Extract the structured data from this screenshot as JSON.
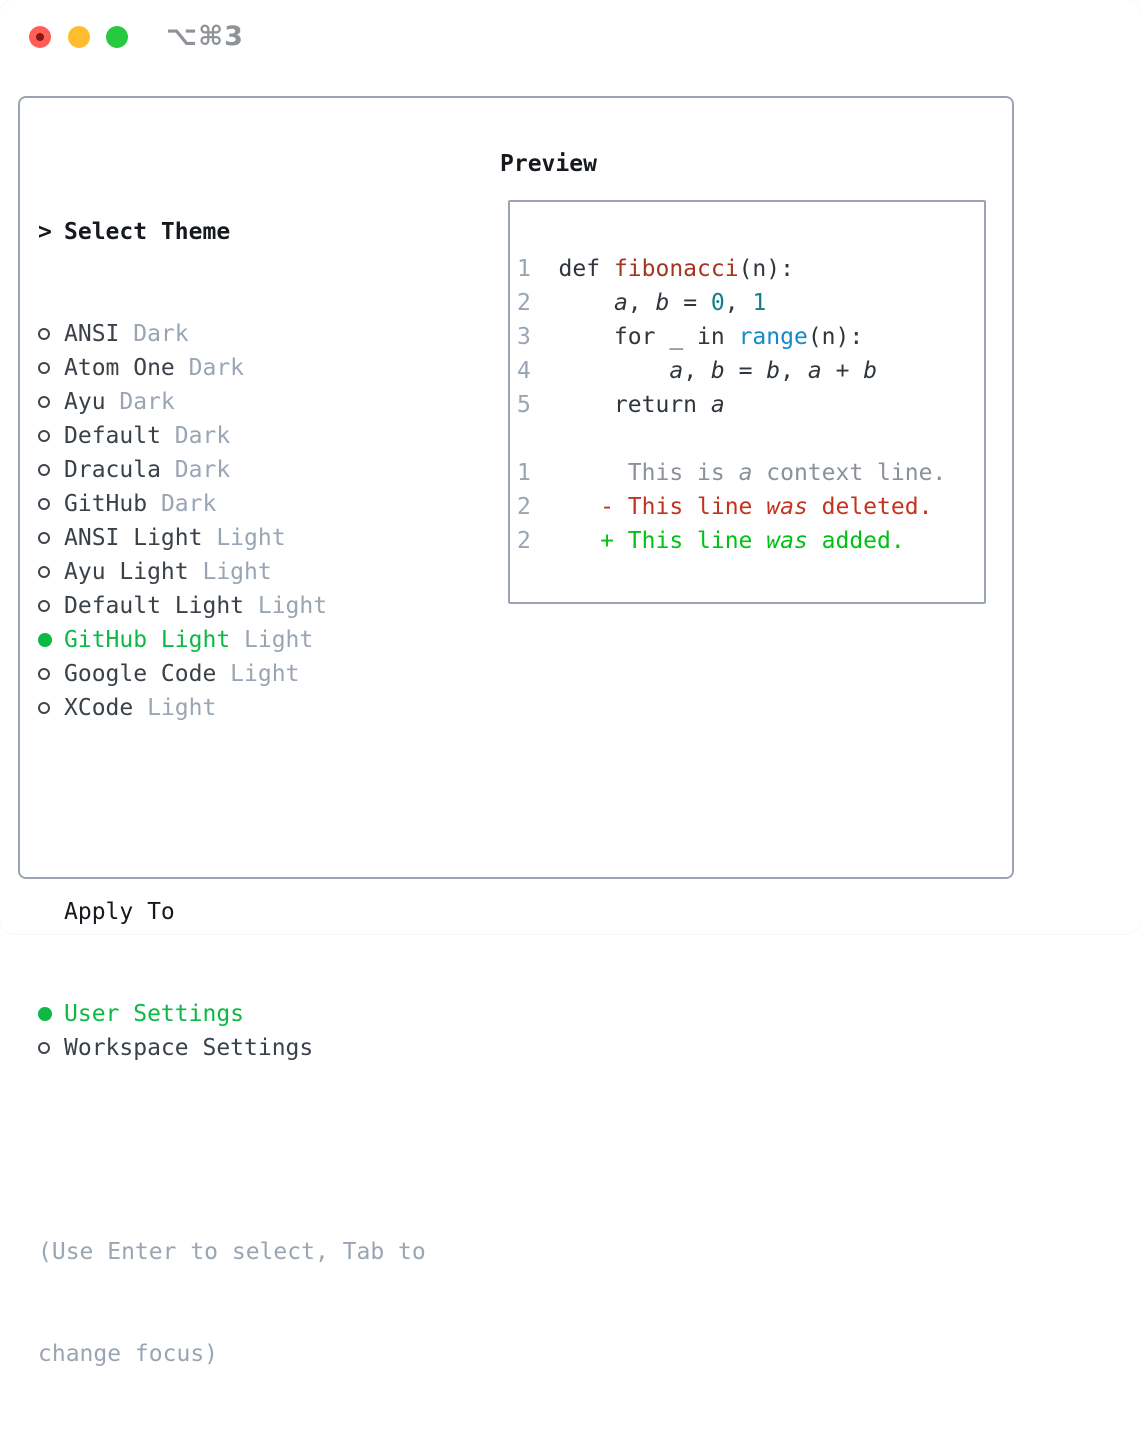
{
  "window": {
    "title": "⌥⌘3"
  },
  "theme_picker": {
    "marker": ">",
    "title": "Select Theme",
    "items": [
      {
        "label": "ANSI",
        "tag": "Dark",
        "selected": false
      },
      {
        "label": "Atom One",
        "tag": "Dark",
        "selected": false
      },
      {
        "label": "Ayu",
        "tag": "Dark",
        "selected": false
      },
      {
        "label": "Default",
        "tag": "Dark",
        "selected": false
      },
      {
        "label": "Dracula",
        "tag": "Dark",
        "selected": false
      },
      {
        "label": "GitHub",
        "tag": "Dark",
        "selected": false
      },
      {
        "label": "ANSI Light",
        "tag": "Light",
        "selected": false
      },
      {
        "label": "Ayu Light",
        "tag": "Light",
        "selected": false
      },
      {
        "label": "Default Light",
        "tag": "Light",
        "selected": false
      },
      {
        "label": "GitHub Light",
        "tag": "Light",
        "selected": true
      },
      {
        "label": "Google Code",
        "tag": "Light",
        "selected": false
      },
      {
        "label": "XCode",
        "tag": "Light",
        "selected": false
      }
    ]
  },
  "apply_to": {
    "title": "Apply To",
    "options": [
      {
        "label": "User Settings",
        "selected": true
      },
      {
        "label": "Workspace Settings",
        "selected": false
      }
    ]
  },
  "hint": {
    "text": "(Use Enter to select, Tab to change focus)",
    "lines": [
      "(Use Enter to select, Tab to",
      "change focus)"
    ]
  },
  "preview": {
    "title": "Preview",
    "lines": [
      {
        "n": "1",
        "tokens": [
          {
            "t": "  def ",
            "c": "code"
          },
          {
            "t": "fibonacci",
            "c": "func"
          },
          {
            "t": "(n):",
            "c": "code"
          }
        ]
      },
      {
        "n": "2",
        "tokens": [
          {
            "t": "      ",
            "c": "code"
          },
          {
            "t": "a",
            "c": "code",
            "i": true
          },
          {
            "t": ", ",
            "c": "code"
          },
          {
            "t": "b",
            "c": "code",
            "i": true
          },
          {
            "t": " = ",
            "c": "code"
          },
          {
            "t": "0",
            "c": "num"
          },
          {
            "t": ", ",
            "c": "code"
          },
          {
            "t": "1",
            "c": "num"
          }
        ]
      },
      {
        "n": "3",
        "tokens": [
          {
            "t": "      for _ in ",
            "c": "code"
          },
          {
            "t": "range",
            "c": "builtin"
          },
          {
            "t": "(n):",
            "c": "code"
          }
        ]
      },
      {
        "n": "4",
        "tokens": [
          {
            "t": "          ",
            "c": "code"
          },
          {
            "t": "a",
            "c": "code",
            "i": true
          },
          {
            "t": ", ",
            "c": "code"
          },
          {
            "t": "b",
            "c": "code",
            "i": true
          },
          {
            "t": " = ",
            "c": "code"
          },
          {
            "t": "b",
            "c": "code",
            "i": true
          },
          {
            "t": ", ",
            "c": "code"
          },
          {
            "t": "a",
            "c": "code",
            "i": true
          },
          {
            "t": " + ",
            "c": "code"
          },
          {
            "t": "b",
            "c": "code",
            "i": true
          }
        ]
      },
      {
        "n": "5",
        "tokens": [
          {
            "t": "      return ",
            "c": "code"
          },
          {
            "t": "a",
            "c": "code",
            "i": true
          }
        ]
      },
      {
        "n": "",
        "tokens": []
      },
      {
        "n": "1",
        "tokens": [
          {
            "t": "       This is ",
            "c": "ctx"
          },
          {
            "t": "a",
            "c": "ctx",
            "i": true
          },
          {
            "t": " context line.",
            "c": "ctx"
          }
        ]
      },
      {
        "n": "2",
        "tokens": [
          {
            "t": "     - This line ",
            "c": "del"
          },
          {
            "t": "was",
            "c": "del",
            "i": true
          },
          {
            "t": " deleted.",
            "c": "del"
          }
        ]
      },
      {
        "n": "2",
        "tokens": [
          {
            "t": "     + This line ",
            "c": "add"
          },
          {
            "t": "was",
            "c": "add",
            "i": true
          },
          {
            "t": " added.",
            "c": "add"
          }
        ]
      }
    ]
  },
  "colors": {
    "accent_green": "#0cb944",
    "diff_added_green": "#00c114",
    "diff_deleted_red": "#c3331f",
    "function_red": "#a6341f",
    "number_teal": "#0f7f8a",
    "builtin_blue": "#1289c9",
    "code_text": "#2f363d",
    "label_text": "#3a4148",
    "heading_text": "#16191d",
    "muted_gray": "#9aa5b3",
    "context_gray": "#8b9198",
    "border_gray": "#9ba4b2",
    "titlebar_gray": "#8f9398",
    "light_red": "#ff5f57",
    "light_yellow": "#febc2e",
    "light_green": "#28c840"
  }
}
